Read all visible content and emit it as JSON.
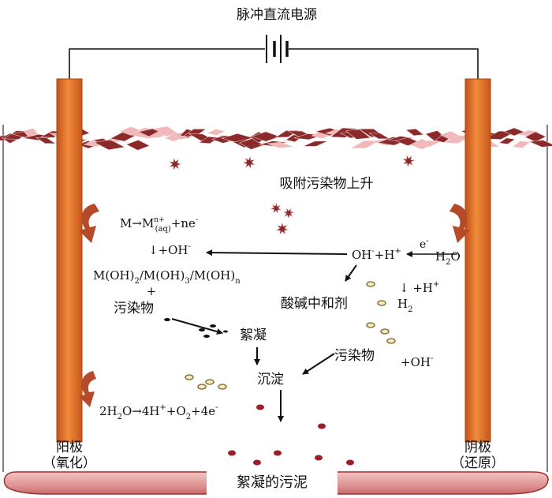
{
  "power": {
    "label": "脉冲直流电源"
  },
  "anode": {
    "label": "阳极",
    "sub": "（氧化）"
  },
  "cathode": {
    "label": "阴极",
    "sub": "（还原）"
  },
  "float_label": "吸附污染物上升",
  "anode_reaction": {
    "m": "M",
    "ion": "M",
    "sup": "n+",
    "sub": "(aq)",
    "ne": "+ne",
    "neg": "-"
  },
  "oh_down": {
    "text": "↓+OH",
    "neg": "-"
  },
  "hydroxides": {
    "m1": "M(OH)",
    "s1": "2",
    "sep1": "/M(OH)",
    "s2": "3",
    "sep2": "/M(OH)",
    "s3": "n"
  },
  "plus": "+",
  "pollutant_left": "污染物",
  "pollutant_right": "污染物",
  "flocculation": "絮凝",
  "precipitation": "沉淀",
  "water_split": {
    "oh": "OH",
    "neg": "-",
    "h": "+H",
    "pos": "+",
    "e": "e",
    "eneg": "-",
    "h2o": "H",
    "h2osub": "2",
    "o": "O"
  },
  "acid_base": "酸碱中和剂",
  "h_plus": {
    "text": "↓ +H",
    "pos": "+"
  },
  "h2": {
    "text": "H",
    "sub": "2"
  },
  "oh_right": {
    "text": "+OH",
    "neg": "-"
  },
  "oxygen": {
    "a": "2H",
    "a_sub": "2",
    "b": "O→4H",
    "b_sup": "+",
    "c": "+O",
    "c_sub": "2",
    "d": "+4e",
    "d_sup": "-"
  },
  "sludge": "絮凝的污泥",
  "colors": {
    "electrode": "#E8701F",
    "electrode_dark": "#B84A10",
    "foam": "#8B2A2A",
    "sludge": "#E3A0A0",
    "sludge_edge": "#9C2F2F",
    "particle": "#9C1E2A",
    "bubble": "#8C7A3A"
  }
}
